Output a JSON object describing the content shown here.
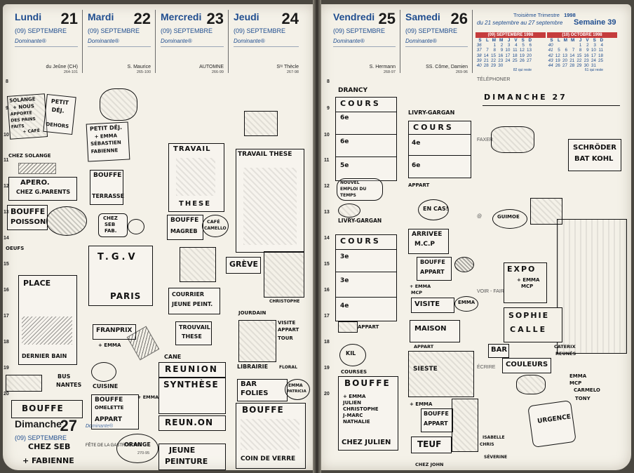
{
  "left_page": {
    "days": [
      {
        "name": "Lundi",
        "number": "21",
        "month": "(09) SEPTEMBRE",
        "dominante": "Dominante®",
        "saint": "du Jeûne (CH)",
        "code": "264-101"
      },
      {
        "name": "Mardi",
        "number": "22",
        "month": "(09) SEPTEMBRE",
        "dominante": "Dominante®",
        "saint": "S. Maurice",
        "code": "265-100"
      },
      {
        "name": "Mercredi",
        "number": "23",
        "month": "(09) SEPTEMBRE",
        "dominante": "Dominante®",
        "saint": "AUTOMNE",
        "code": "266-99"
      },
      {
        "name": "Jeudi",
        "number": "24",
        "month": "(09) SEPTEMBRE",
        "dominante": "Dominante®",
        "saint": "Sᵗᵉ Thècle",
        "code": "267-98"
      }
    ],
    "sunday": {
      "name": "Dimanche",
      "number": "27",
      "month": "(09) SEPTEMBRE",
      "dominante": "Dominante®",
      "saint": "FÊTE DE LA GASTRONOMIE",
      "code": "270-95"
    },
    "hours": [
      "8",
      "9",
      "10",
      "11",
      "12",
      "13",
      "14",
      "15",
      "16",
      "17",
      "18",
      "19",
      "20"
    ],
    "notes": {
      "mon": [
        "SOLANGE",
        "+ NOUS",
        "APPORTE",
        "DES PAINS",
        "FAITS",
        "+ CAFÉ",
        "PETIT",
        "DÉJ.",
        "DEHORS",
        "CHEZ SOLANGE",
        "APERO.",
        "CHEZ G.PARENTS",
        "BOUFFE",
        "POISSON",
        "OEUFS",
        "PLACE",
        "DERNIER BAIN",
        "BUS",
        "NANTES",
        "BOUFFE",
        "CHEZ SEB",
        "+ FABIENNE"
      ],
      "tue": [
        "PETIT DÉJ.",
        "+ EMMA",
        "SÉBASTIEN",
        "FABIENNE",
        "BOUFFE",
        "TERRASSE",
        "CHEZ",
        "SEB",
        "FAB.",
        "T.G.V",
        "PARIS",
        "FRANPRIX",
        "+ EMMA",
        "CUISINE",
        "BOUFFE",
        "OMELETTE",
        "+ EMMA",
        "APPART",
        "ORANGE"
      ],
      "wed": [
        "TRAVAIL",
        "THESE",
        "BOUFFE",
        "MAGREB",
        "CAFÉ",
        "CAMELLO",
        "COURRIER",
        "JEUNE PEINT.",
        "TROUVAIL",
        "THESE",
        "CANE",
        "REUNION",
        "SYNTHÈSE",
        "REUN.ON",
        "JEUNE",
        "PEINTURE"
      ],
      "thu": [
        "TRAVAIL THESE",
        "GRÈVE",
        "CHRISTOPHE",
        "JOURDAIN",
        "VISITE",
        "APPART",
        "TOUR",
        "LIBRAIRIE",
        "FLORAL",
        "BAR",
        "FOLIES",
        "EMMA",
        "PATRICIA",
        "BOUFFE",
        "COIN DE VERRE"
      ]
    }
  },
  "right_page": {
    "days": [
      {
        "name": "Vendredi",
        "number": "25",
        "month": "(09) SEPTEMBRE",
        "dominante": "Dominante®",
        "saint": "S. Hermann",
        "code": "268-97"
      },
      {
        "name": "Samedi",
        "number": "26",
        "month": "(09) SEPTEMBRE",
        "dominante": "Dominante®",
        "saint": "SS. Côme, Damien",
        "code": "269-96"
      }
    ],
    "week_header": {
      "trimester": "Troisième Trimestre",
      "year": "1998",
      "range": "du 21 septembre au 27 septembre",
      "week": "Semaine 39"
    },
    "mini_calendars": [
      {
        "title": "(09) SEPTEMBRE 1998",
        "weekdays": [
          "S",
          "L",
          "M",
          "M",
          "J",
          "V",
          "S",
          "D"
        ],
        "rows": [
          [
            "36",
            "",
            "1",
            "2",
            "3",
            "4",
            "5",
            "6"
          ],
          [
            "37",
            "7",
            "8",
            "9",
            "10",
            "11",
            "12",
            "13"
          ],
          [
            "38",
            "14",
            "15",
            "16",
            "17",
            "18",
            "19",
            "20"
          ],
          [
            "39",
            "21",
            "22",
            "23",
            "24",
            "25",
            "26",
            "27"
          ],
          [
            "40",
            "28",
            "29",
            "30",
            "",
            "",
            "",
            ""
          ]
        ],
        "footer": "82 qui reste"
      },
      {
        "title": "(10) OCTOBRE 1998",
        "weekdays": [
          "S",
          "L",
          "M",
          "M",
          "J",
          "V",
          "S",
          "D"
        ],
        "rows": [
          [
            "40",
            "",
            "",
            "",
            "1",
            "2",
            "3",
            "4"
          ],
          [
            "41",
            "5",
            "6",
            "7",
            "8",
            "9",
            "10",
            "11"
          ],
          [
            "42",
            "12",
            "13",
            "14",
            "15",
            "16",
            "17",
            "18"
          ],
          [
            "43",
            "19",
            "20",
            "21",
            "22",
            "23",
            "24",
            "25"
          ],
          [
            "44",
            "26",
            "27",
            "28",
            "29",
            "30",
            "31",
            ""
          ]
        ],
        "footer": "61 qui reste"
      }
    ],
    "sidebar": {
      "telephoner": "TÉLÉPHONER",
      "faxer": "FAXER",
      "at": "@",
      "voir_faire": "VOIR - FAIRE",
      "ecrire": "ÉCRIRE"
    },
    "notes": {
      "fri": [
        "DRANCY",
        "COURS",
        "6e",
        "6e",
        "5e",
        "NOUVEL",
        "EMPLOI DU",
        "TEMPS",
        "LIVRY-GARGAN",
        "COURS",
        "3e",
        "3e",
        "4e",
        "APPART",
        "KIL",
        "COURSES",
        "BOUFFE",
        "+ EMMA",
        "JULIEN",
        "CHRISTOPHE",
        "J-MARC",
        "NATHALIE",
        "CHEZ JULIEN"
      ],
      "sat": [
        "LIVRY-GARGAN",
        "COURS",
        "4e",
        "6e",
        "APPART",
        "EN CAS!",
        "ARRIVEE",
        "M.C.P",
        "BOUFFE",
        "APPART",
        "+ EMMA",
        "MCP",
        "VISITE",
        "EMMA",
        "MAISON",
        "APPART",
        "SIESTE",
        "+ EMMA",
        "BOUFFE",
        "APPART",
        "TEUF",
        "CHEZ JOHN",
        "ISABELLE",
        "CHRIS",
        "SÉVERINE"
      ],
      "sun": [
        "DIMANCHE 27",
        "SCHRÖDER",
        "BAT KOHL",
        "GUIMOE",
        "EXPO",
        "+ EMMA",
        "MCP",
        "SOPHIE",
        "CALLE",
        "BAR",
        "COULEURS",
        "CATERIX",
        "REUNÉS",
        "EMMA",
        "MCP",
        "CARMELO",
        "TONY",
        "URGENCE"
      ]
    }
  },
  "colors": {
    "paper": "#f4f1e8",
    "print_blue": "#1f4d8f",
    "ink": "#111111",
    "accent_red": "#c53c3c"
  }
}
